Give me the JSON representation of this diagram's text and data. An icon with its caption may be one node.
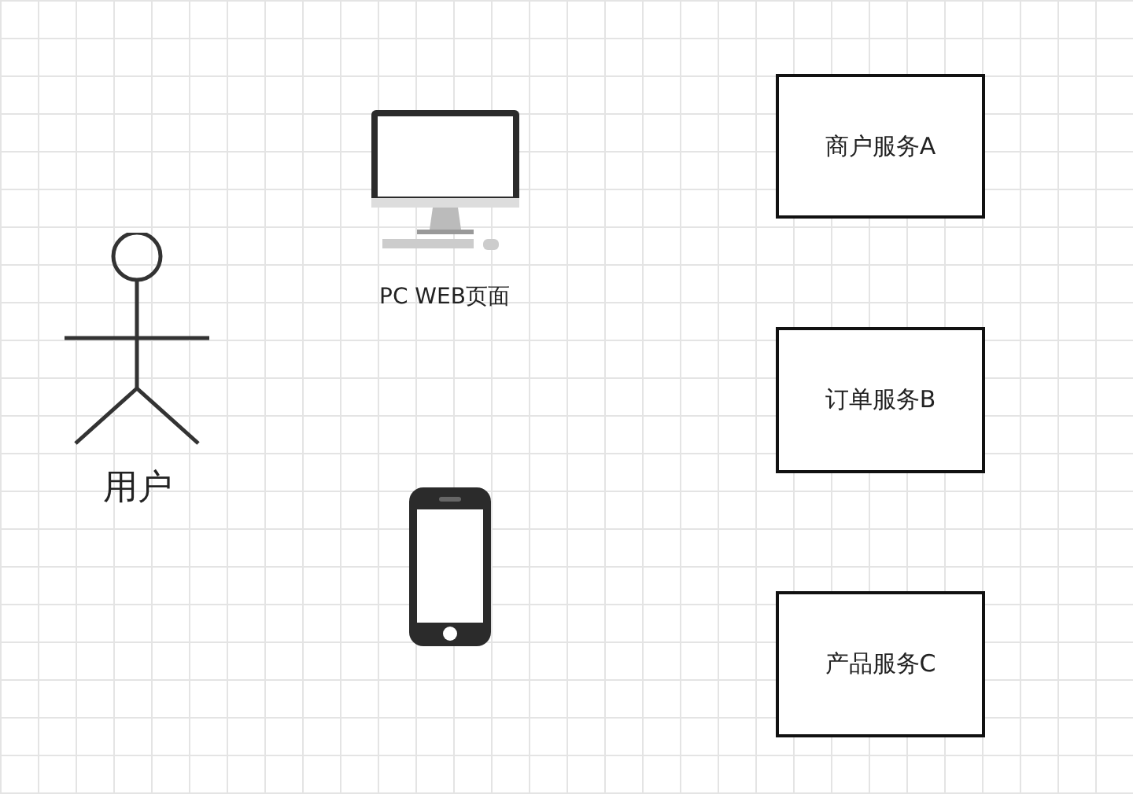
{
  "diagram": {
    "nodes": [
      {
        "text": [
          "用户"
        ]
      },
      {
        "text": [
          "PC WEB页面"
        ]
      },
      {
        "text": [],
        "shape": "picture"
      },
      {
        "text": [
          "商户服务A"
        ]
      },
      {
        "text": [
          "订单服务B"
        ]
      },
      {
        "text": [
          "产品服务C"
        ]
      }
    ]
  }
}
